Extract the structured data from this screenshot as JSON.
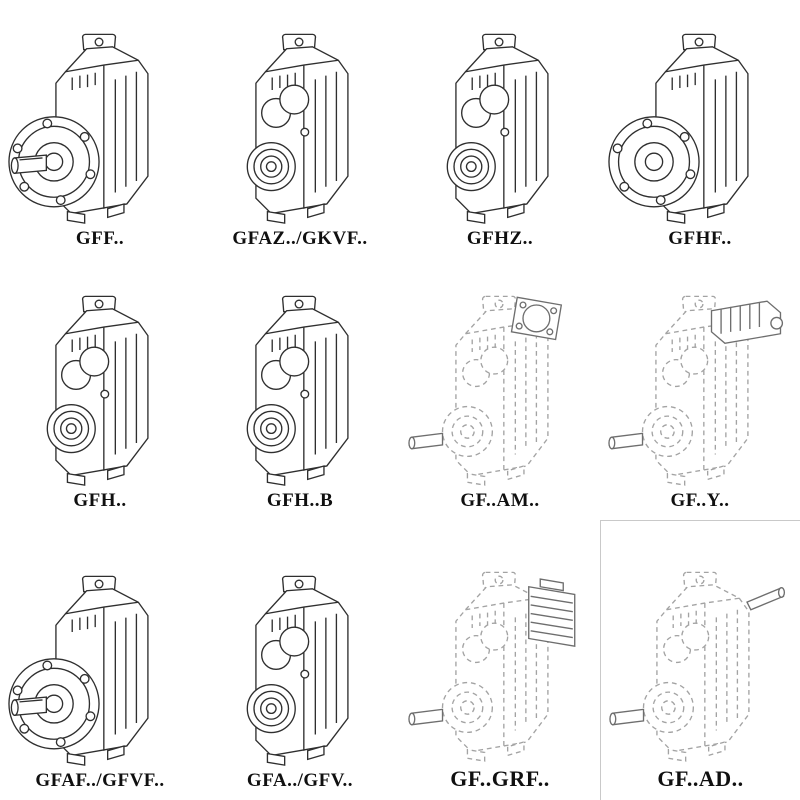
{
  "page": {
    "background": "#ffffff",
    "description": "Catalog sheet of parallel-shaft helical gear reducer model variants"
  },
  "palette": {
    "ink": "#2f2f2f",
    "phantom": "#a3a3a3",
    "extra": "#6e6e6e",
    "box_border": "#c9c9c9"
  },
  "catalog": {
    "cells": [
      {
        "label": "GFF..",
        "drawing": "flange-mounted-gearbox-with-output-shaft-solid-line"
      },
      {
        "label": "GFAZ../GKVF..",
        "drawing": "shaft-mounted-gearbox-front-bores-solid-line"
      },
      {
        "label": "GFHZ..",
        "drawing": "hollow-shaft-gearbox-shrink-disc-solid-line"
      },
      {
        "label": "GFHF..",
        "drawing": "flange-mounted-hollow-shaft-gearbox-solid-line"
      },
      {
        "label": "GFH..",
        "drawing": "hollow-shaft-gearbox-solid-line"
      },
      {
        "label": "GFH..B",
        "drawing": "hollow-shaft-gearbox-foot-mounted-solid-line"
      },
      {
        "label": "GF..AM..",
        "drawing": "gearbox-phantom-line-with-iec-motor-adapter-flange"
      },
      {
        "label": "GF..Y..",
        "drawing": "gearbox-phantom-line-with-mounted-motor"
      },
      {
        "label": "GFAF../GFVF..",
        "drawing": "flange-output-gearbox-solid-line"
      },
      {
        "label": "GFA../GFV..",
        "drawing": "shaft-input-gearbox-front-bores-solid-line"
      },
      {
        "label": "GF..GRF..",
        "drawing": "gearbox-phantom-line-with-finned-adapter"
      },
      {
        "label": "GF..AD..",
        "drawing": "gearbox-phantom-line-with-input-shaft-adapter"
      }
    ]
  }
}
